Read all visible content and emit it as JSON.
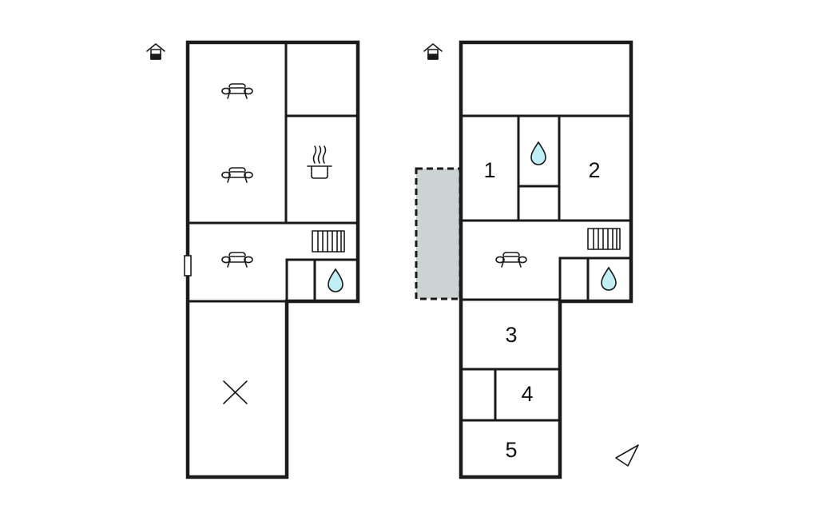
{
  "colors": {
    "wall": "#1a1a1a",
    "water": "#bfeff5",
    "terrace": "#cdd3d3",
    "background": "#ffffff"
  },
  "icons": {
    "entrance": "house-entrance-icon",
    "sofa": "sofa-icon",
    "cooking": "cooking-pot-icon",
    "bathroom": "water-drop-icon",
    "stairs": "staircase-icon",
    "open_space": "cross-icon",
    "door": "door-icon",
    "north": "north-arrow-icon"
  },
  "floor_plans": [
    {
      "name": "ground-floor",
      "room_labels": []
    },
    {
      "name": "upper-floor",
      "room_labels": [
        "1",
        "2",
        "3",
        "4",
        "5"
      ]
    }
  ]
}
